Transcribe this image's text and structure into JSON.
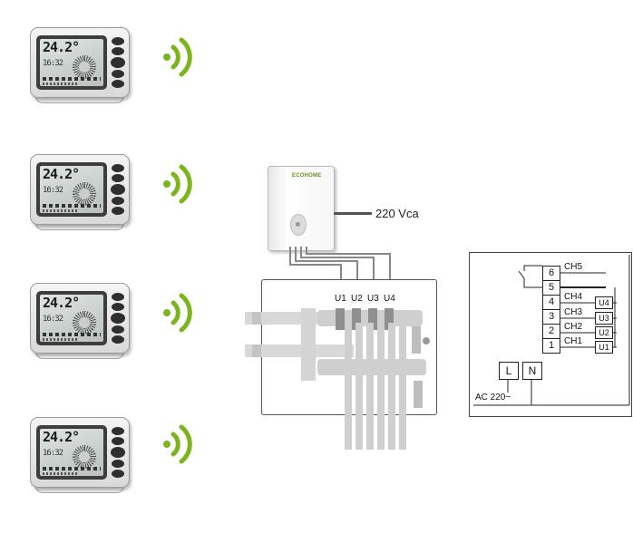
{
  "thermostats": [
    {
      "temp": "24.2°",
      "clock": "16:32"
    },
    {
      "temp": "24.2°",
      "clock": "16:32"
    },
    {
      "temp": "24.2°",
      "clock": "16:32"
    },
    {
      "temp": "24.2°",
      "clock": "16:32"
    }
  ],
  "wifi_color": "#7ab51d",
  "receiver": {
    "logo": "ECOHOME",
    "supply_label": "220 Vca"
  },
  "manifold": {
    "outputs": [
      "U1",
      "U2",
      "U3",
      "U4"
    ]
  },
  "wiring": {
    "terminals": [
      "6",
      "5",
      "4",
      "3",
      "2",
      "1"
    ],
    "channels": [
      "CH5",
      "CH4",
      "CH3",
      "CH2",
      "CH1"
    ],
    "outputs": [
      "U4",
      "U3",
      "U2",
      "U1"
    ],
    "power_terminals": [
      "L",
      "N"
    ],
    "ac_label": "AC  220~"
  }
}
